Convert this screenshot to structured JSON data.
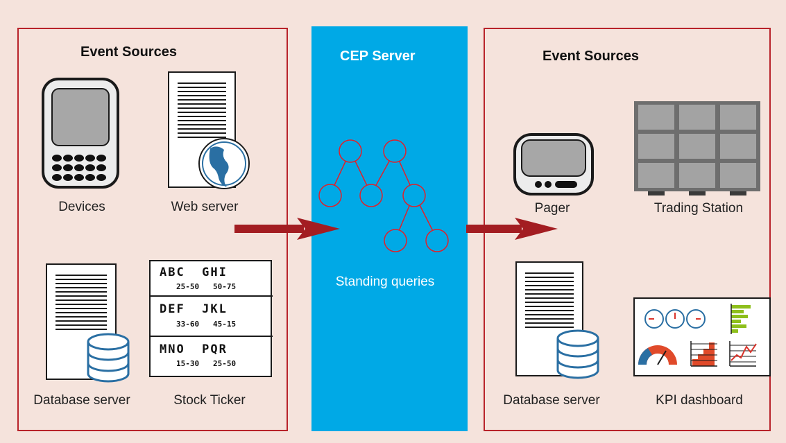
{
  "left": {
    "heading": "Event Sources",
    "labels": {
      "devices": "Devices",
      "web_server": "Web server",
      "database_server": "Database server",
      "stock_ticker": "Stock Ticker"
    },
    "ticker": [
      {
        "symbols": "ABC  GHI",
        "values": "25-50   50-75"
      },
      {
        "symbols": "DEF  JKL",
        "values": "33-60   45-15"
      },
      {
        "symbols": "MNO  PQR",
        "values": "15-30   25-50"
      }
    ]
  },
  "center": {
    "heading": "CEP Server",
    "label": "Standing queries"
  },
  "right": {
    "heading": "Event Sources",
    "labels": {
      "pager": "Pager",
      "trading_station": "Trading Station",
      "database_server": "Database server",
      "kpi_dashboard": "KPI dashboard"
    }
  },
  "colors": {
    "background": "#f5e3dc",
    "border": "#b8232a",
    "cep": "#00a9e6",
    "arrow": "#a31d22",
    "node": "#e0202a"
  }
}
